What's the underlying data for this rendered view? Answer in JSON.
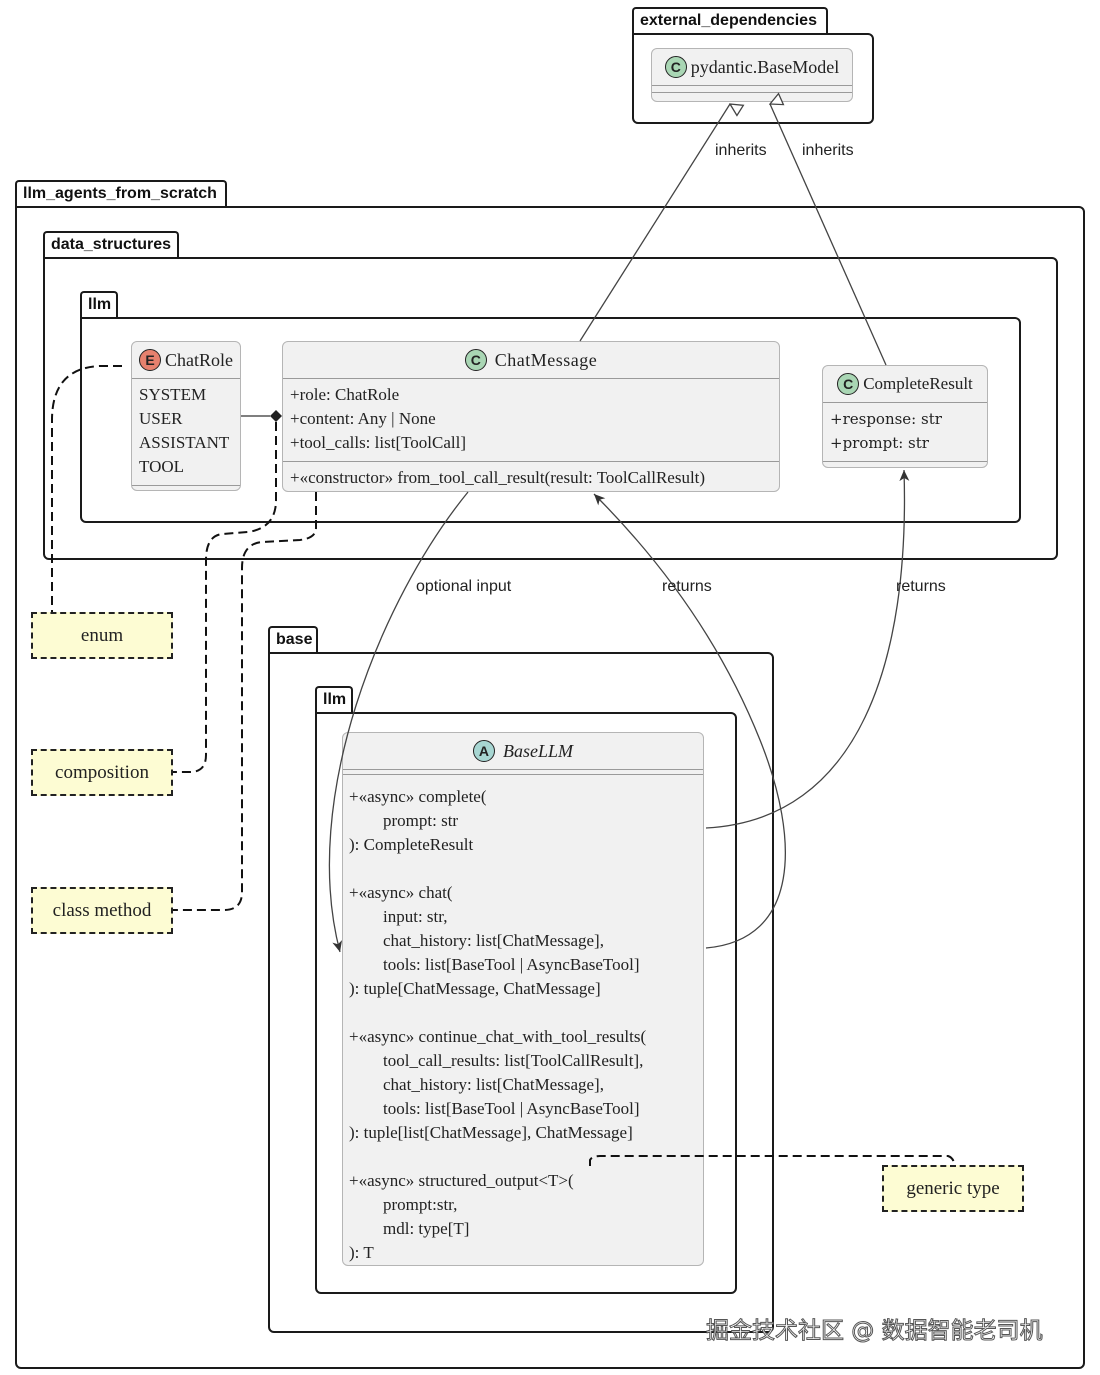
{
  "packages": {
    "external_dependencies": "external_dependencies",
    "llm_agents_from_scratch": "llm_agents_from_scratch",
    "data_structures": "data_structures",
    "data_llm": "llm",
    "base": "base",
    "base_llm": "llm"
  },
  "classes": {
    "pydantic_basemodel": {
      "stereotype": "C",
      "name": "pydantic.BaseModel"
    },
    "chat_role": {
      "stereotype": "E",
      "name": "ChatRole",
      "values": [
        "SYSTEM",
        "USER",
        "ASSISTANT",
        "TOOL"
      ]
    },
    "chat_message": {
      "stereotype": "C",
      "name": "ChatMessage",
      "attributes": [
        "+role: ChatRole",
        "+content: Any | None",
        "+tool_calls: list[ToolCall]"
      ],
      "methods": [
        "+«constructor» from_tool_call_result(result: ToolCallResult)"
      ]
    },
    "complete_result": {
      "stereotype": "C",
      "name": "CompleteResult",
      "attributes": [
        "+response: str",
        "+prompt: str"
      ]
    },
    "base_llm": {
      "stereotype": "A",
      "name": "BaseLLM",
      "methods": [
        "+«async» complete(",
        "        prompt: str",
        "): CompleteResult",
        "",
        "+«async» chat(",
        "        input: str,",
        "        chat_history: list[ChatMessage],",
        "        tools: list[BaseTool | AsyncBaseTool]",
        "): tuple[ChatMessage, ChatMessage]",
        "",
        "+«async» continue_chat_with_tool_results(",
        "        tool_call_results: list[ToolCallResult],",
        "        chat_history: list[ChatMessage],",
        "        tools: list[BaseTool | AsyncBaseTool]",
        "): tuple[list[ChatMessage], ChatMessage]",
        "",
        "+«async» structured_output<T>(",
        "        prompt:str,",
        "        mdl: type[T]",
        "): T"
      ]
    }
  },
  "notes": {
    "enum": "enum",
    "composition": "composition",
    "class_method": "class method",
    "generic_type": "generic type"
  },
  "edge_labels": {
    "inherits_1": "inherits",
    "inherits_2": "inherits",
    "optional_input": "optional input",
    "returns_1": "returns",
    "returns_2": "returns"
  },
  "watermark": "掘金技术社区 @ 数据智能老司机",
  "colors": {
    "class_fill": "#f1f1f1",
    "note_fill": "#fdfcd3",
    "stereotype_class": "#a9d6b4",
    "stereotype_enum": "#e6816e",
    "stereotype_abstract": "#a7d6d2"
  }
}
